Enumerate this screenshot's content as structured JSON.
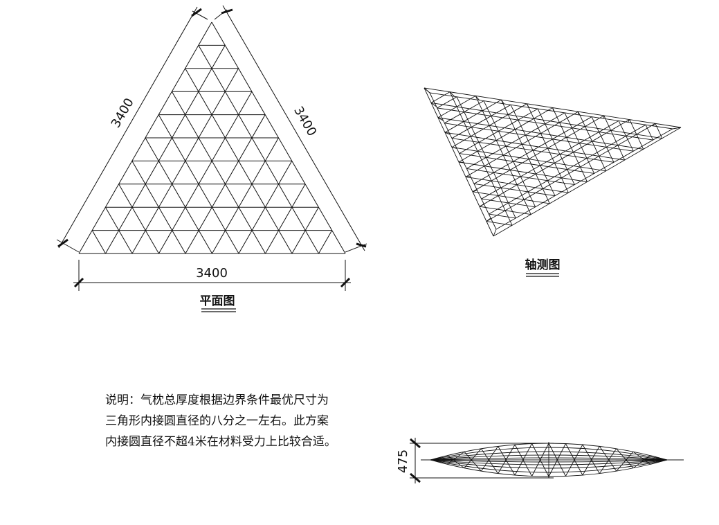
{
  "plan_view": {
    "title": "平面图",
    "dim_bottom": "3400",
    "dim_left": "3400",
    "dim_right": "3400"
  },
  "axonometric_view": {
    "title": "轴测图"
  },
  "section_view": {
    "dim_height": "475"
  },
  "notes": {
    "lines": [
      "说明：气枕总厚度根据边界条件最优尺寸为",
      "三角形内接圆直径的八分之一左右。此方案",
      "内接圆直径不超4米在材料受力上比较合适。"
    ]
  },
  "colors": {
    "line": "#111111",
    "background": "#ffffff"
  }
}
